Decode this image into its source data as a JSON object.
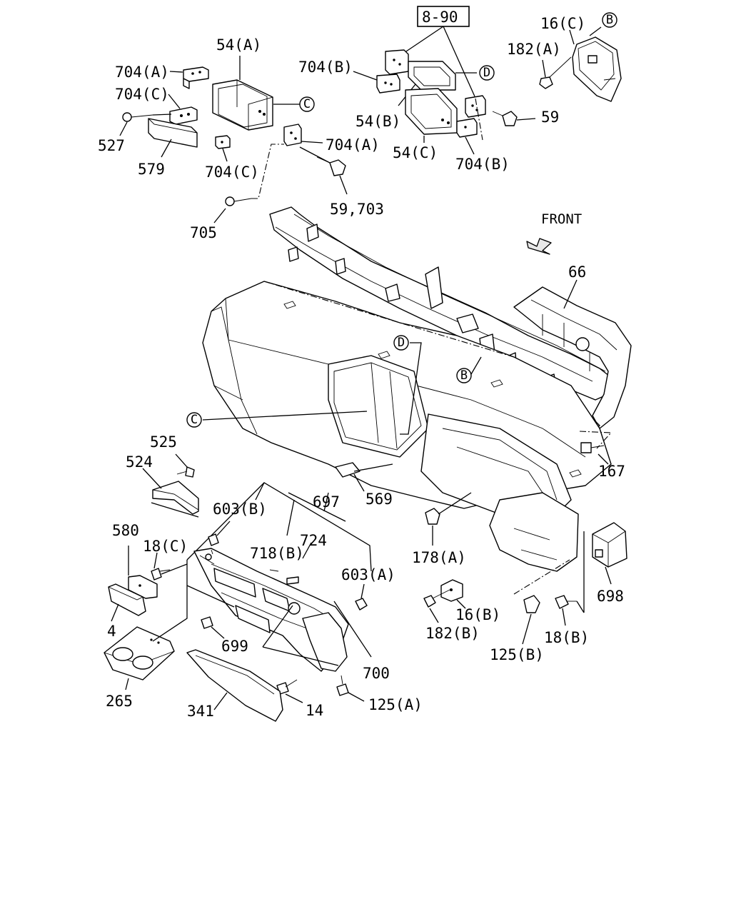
{
  "reference": "8-90",
  "front_label": "FRONT",
  "circle_refs": {
    "B": "B",
    "C": "C",
    "D": "D"
  },
  "callouts": {
    "c16C": "16(C)",
    "c182A": "182(A)",
    "c54A": "54(A)",
    "c704A_top": "704(A)",
    "c704B_top": "704(B)",
    "c704C_top": "704(C)",
    "c527": "527",
    "c579": "579",
    "c704C_mid": "704(C)",
    "c704A_mid": "704(A)",
    "c54B": "54(B)",
    "c54C": "54(C)",
    "c59": "59",
    "c704B_mid": "704(B)",
    "c59_703": "59,703",
    "c705": "705",
    "c66": "66",
    "c167": "167",
    "c525": "525",
    "c524": "524",
    "c569": "569",
    "c603B": "603(B)",
    "c697": "697",
    "c718B": "718(B)",
    "c724": "724",
    "c580": "580",
    "c18C": "18(C)",
    "c603A": "603(A)",
    "c178A": "178(A)",
    "c698": "698",
    "c4": "4",
    "c16B": "16(B)",
    "c182B": "182(B)",
    "c18B": "18(B)",
    "c125B": "125(B)",
    "c699": "699",
    "c700": "700",
    "c265": "265",
    "c341": "341",
    "c14": "14",
    "c125A": "125(A)"
  }
}
